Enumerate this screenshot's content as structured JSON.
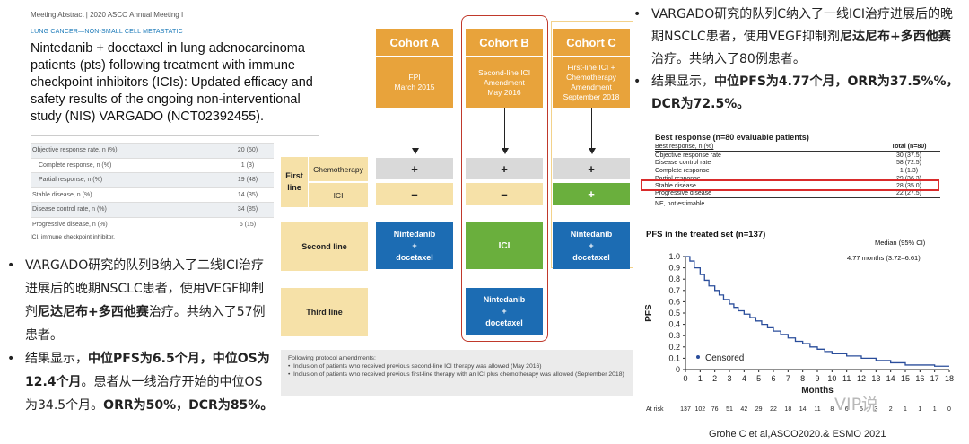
{
  "abstract": {
    "meeting": "Meeting Abstract | 2020 ASCO Annual Meeting I",
    "category": "LUNG CANCER—NON-SMALL CELL METASTATIC",
    "title": "Nintedanib + docetaxel in lung adenocarcinoma patients (pts) following treatment with immune checkpoint inhibitors (ICIs): Updated efficacy and safety results of the ongoing non-interventional study (NIS) VARGADO (NCT02392455)."
  },
  "left_table": {
    "rows": [
      {
        "label": "Objective response rate, n (%)",
        "value": "20 (50)",
        "indent": false
      },
      {
        "label": "Complete response, n (%)",
        "value": "1 (3)",
        "indent": true
      },
      {
        "label": "Partial response, n (%)",
        "value": "19 (48)",
        "indent": true
      },
      {
        "label": "Stable disease, n (%)",
        "value": "14 (35)",
        "indent": false
      },
      {
        "label": "Disease control rate, n (%)",
        "value": "34 (85)",
        "indent": false
      },
      {
        "label": "Progressive disease, n (%)",
        "value": "6 (15)",
        "indent": false
      }
    ],
    "footnote": "ICI, immune checkpoint inhibitor."
  },
  "left_bullets": {
    "b1_pre": "VARGADO研究的队列B纳入了二线ICI治疗进展后的晚期NSCLC患者，使用VEGF抑制剂",
    "b1_bold": "尼达尼布+多西他赛",
    "b1_post": "治疗。共纳入了57例患者。",
    "b2_pre": "结果显示，",
    "b2_bold1": "中位PFS为6.5个月",
    "b2_mid": "，中位OS",
    "b2_bold2": "为12.4个月",
    "b2_mid2": "。患者从一线治疗开始的中位OS为34.5个月。",
    "b2_bold3": "ORR为50%，DCR为85%。"
  },
  "right_bullets": {
    "b1_pre": "VARGADO研究的队列C纳入了一线ICI治疗进展后的晚期NSCLC患者，使用VEGF抑制剂",
    "b1_bold": "尼达尼布+多西他赛",
    "b1_post": "治疗。共纳入了80例患者。",
    "b2_pre": "结果显示，",
    "b2_bold1": "中位PFS为4.77个月，ORR为37.5%%，DCR为72.5%。"
  },
  "diagram": {
    "cohorts": [
      {
        "name": "Cohort A",
        "sub": "FPI\nMarch 2015",
        "chemo": "+",
        "ici": "–",
        "second": "Nintedanib\n+\ndocetaxel",
        "third": ""
      },
      {
        "name": "Cohort B",
        "sub": "Second-line ICI\nAmendment\nMay 2016",
        "chemo": "+",
        "ici": "–",
        "second": "ICI",
        "third": "Nintedanib\n+\ndocetaxel"
      },
      {
        "name": "Cohort C",
        "sub": "First-line ICI +\nChemotherapy\nAmendment\nSeptember 2018",
        "chemo": "+",
        "ici": "+",
        "second": "Nintedanib\n+\ndocetaxel",
        "third": ""
      }
    ],
    "first_line": "First\nline",
    "chemotherapy": "Chemotherapy",
    "ici": "ICI",
    "second_line": "Second line",
    "third_line": "Third line"
  },
  "amendments": {
    "title": "Following protocol amendments:",
    "items": [
      "Inclusion of patients who received previous second-line ICI therapy was allowed (May 2016)",
      "Inclusion of patients who received previous first-line therapy with an ICI plus chemotherapy was allowed (September 2018)"
    ]
  },
  "best_response": {
    "title": "Best response (n=80 evaluable patients)",
    "header": [
      "Best response, n (%)",
      "Total (n=80)"
    ],
    "rows": [
      [
        "Objective response rate",
        "30 (37.5)"
      ],
      [
        "Disease control rate",
        "58 (72.5)"
      ],
      [
        "Complete response",
        "1 (1.3)"
      ],
      [
        "Partial response",
        "29 (36.3)"
      ],
      [
        "Stable disease",
        "28 (35.0)"
      ],
      [
        "Progressive disease",
        "22 (27.5)"
      ]
    ],
    "note": "NE, not estimable"
  },
  "chart_data": {
    "type": "line",
    "title": "PFS in the treated set (n=137)",
    "xlabel": "Months",
    "ylabel": "PFS",
    "xlim": [
      0,
      18
    ],
    "ylim": [
      0,
      1.0
    ],
    "xticks": [
      0,
      1,
      2,
      3,
      4,
      5,
      6,
      7,
      8,
      9,
      10,
      11,
      12,
      13,
      14,
      15,
      16,
      17,
      18
    ],
    "yticks": [
      "0",
      "0.1",
      "0.2",
      "0.3",
      "0.4",
      "0.5",
      "0.6",
      "0.7",
      "0.8",
      "0.9",
      "1.0"
    ],
    "legend": "Censored",
    "median_label": "Median (95% CI)",
    "median_value": "4.77 months (3.72–6.61)",
    "at_risk_label": "At risk",
    "at_risk": [
      137,
      102,
      76,
      51,
      42,
      29,
      22,
      18,
      14,
      11,
      8,
      6,
      5,
      3,
      2,
      1,
      1,
      1,
      0
    ],
    "series": [
      {
        "x": [
          0,
          0.3,
          0.6,
          1.0,
          1.3,
          1.6,
          2.0,
          2.3,
          2.6,
          3.0,
          3.3,
          3.6,
          4.0,
          4.4,
          4.8,
          5.2,
          5.6,
          6.0,
          6.5,
          7.0,
          7.5,
          8.0,
          8.5,
          9.0,
          9.5,
          10.0,
          11.0,
          12.0,
          13.0,
          14.0,
          15.0,
          16.0,
          17.0,
          18.0
        ],
        "y": [
          1.0,
          0.96,
          0.9,
          0.84,
          0.79,
          0.74,
          0.7,
          0.66,
          0.62,
          0.58,
          0.55,
          0.52,
          0.49,
          0.46,
          0.43,
          0.4,
          0.37,
          0.34,
          0.31,
          0.28,
          0.25,
          0.23,
          0.2,
          0.18,
          0.16,
          0.14,
          0.12,
          0.1,
          0.08,
          0.06,
          0.04,
          0.04,
          0.03,
          0.03
        ]
      }
    ]
  },
  "citation": "Grohe C et al,ASCO2020.& ESMO 2021",
  "watermark": "VIP说"
}
